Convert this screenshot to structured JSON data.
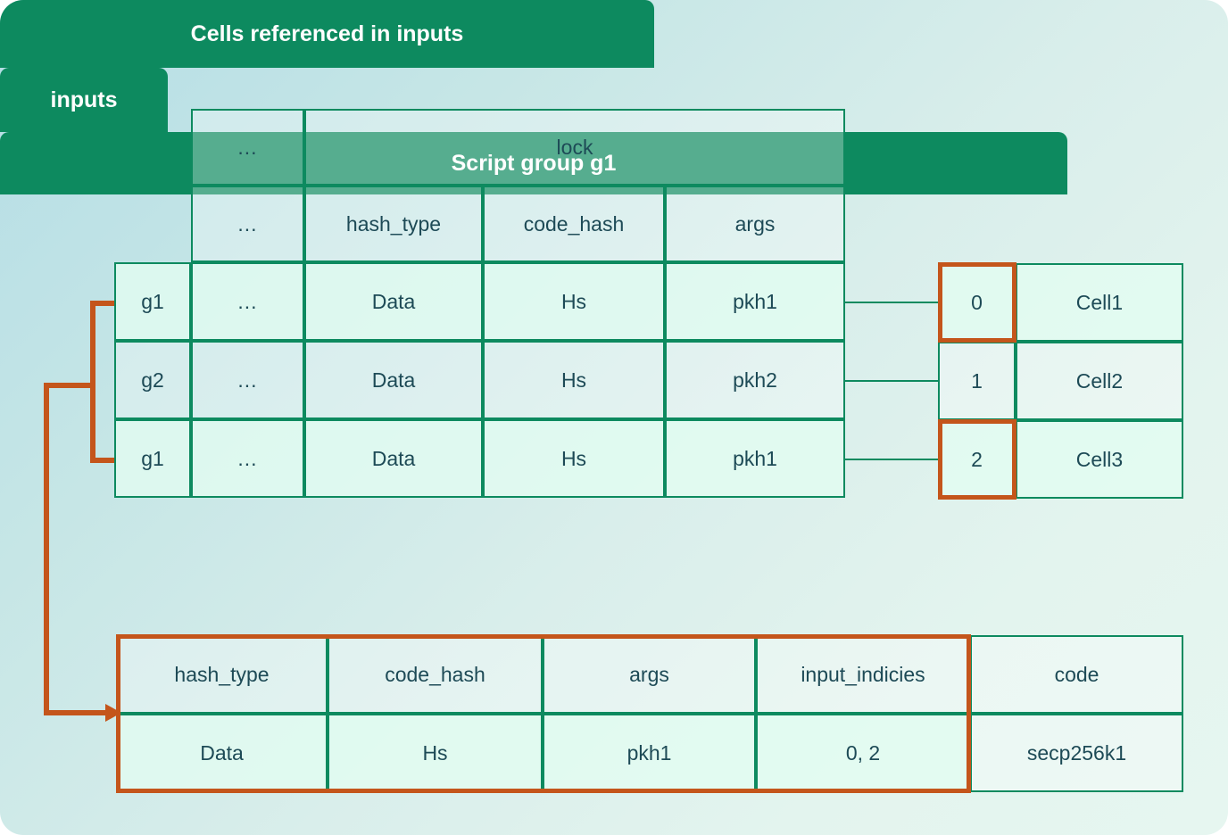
{
  "theme": {
    "header_green": "#0d8a5f",
    "border_green": "#0d8a5f",
    "highlight_orange": "#c4551b",
    "text_dark": "#1d4a56",
    "bg_from": "#b4dde5",
    "bg_to": "#e6f6f0"
  },
  "cells_table": {
    "title": "Cells referenced in inputs",
    "group_column_values": [
      "g1",
      "g2",
      "g1"
    ],
    "span_row": {
      "ellipsis": "...",
      "lock_label": "lock"
    },
    "column_headers": [
      "...",
      "hash_type",
      "code_hash",
      "args"
    ],
    "rows": [
      {
        "ellipsis": "...",
        "hash_type": "Data",
        "code_hash": "Hs",
        "args": "pkh1"
      },
      {
        "ellipsis": "...",
        "hash_type": "Data",
        "code_hash": "Hs",
        "args": "pkh2"
      },
      {
        "ellipsis": "...",
        "hash_type": "Data",
        "code_hash": "Hs",
        "args": "pkh1"
      }
    ]
  },
  "inputs_table": {
    "title": "inputs",
    "rows": [
      {
        "index": "0",
        "cell": "Cell1",
        "highlighted": true
      },
      {
        "index": "1",
        "cell": "Cell2",
        "highlighted": false
      },
      {
        "index": "2",
        "cell": "Cell3",
        "highlighted": true
      }
    ]
  },
  "script_group_table": {
    "title": "Script group g1",
    "column_headers": [
      "hash_type",
      "code_hash",
      "args",
      "input_indicies",
      "code"
    ],
    "row": [
      "Data",
      "Hs",
      "pkh1",
      "0, 2",
      "secp256k1"
    ]
  },
  "connectors": {
    "group_link_label": "g1-rows-to-script-group",
    "arrow_head": "arrow"
  }
}
